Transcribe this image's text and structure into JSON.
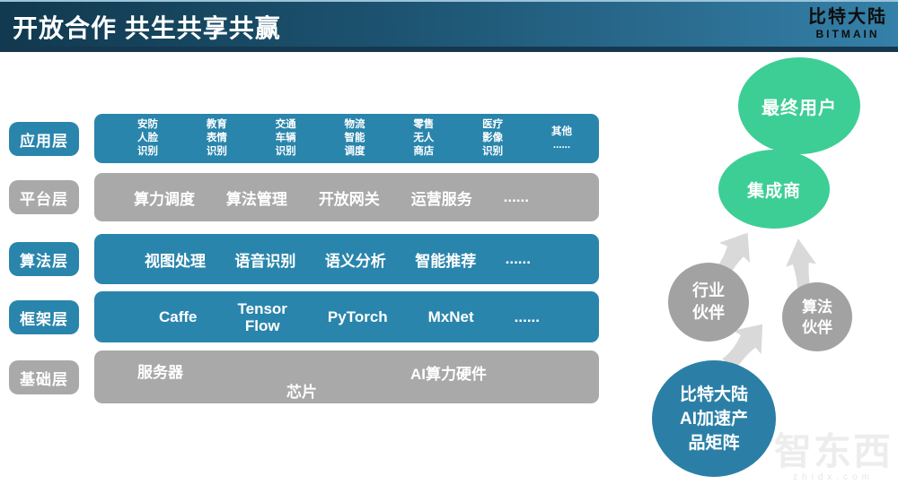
{
  "header": {
    "title": "开放合作 共生共享共赢",
    "logo_cn": "比特大陆",
    "logo_en": "BITMAIN"
  },
  "stack": {
    "app": {
      "pill": "应用层",
      "cols": [
        [
          "安防",
          "人脸",
          "识别"
        ],
        [
          "教育",
          "表情",
          "识别"
        ],
        [
          "交通",
          "车辆",
          "识别"
        ],
        [
          "物流",
          "智能",
          "调度"
        ],
        [
          "零售",
          "无人",
          "商店"
        ],
        [
          "医疗",
          "影像",
          "识别"
        ],
        [
          "其他",
          "......"
        ]
      ]
    },
    "platform": {
      "pill": "平台层",
      "items": [
        "算力调度",
        "算法管理",
        "开放网关",
        "运营服务",
        "......"
      ]
    },
    "algorithm": {
      "pill": "算法层",
      "items": [
        "视图处理",
        "语音识别",
        "语义分析",
        "智能推荐",
        "......"
      ]
    },
    "framework": {
      "pill": "框架层",
      "items": [
        [
          "Caffe"
        ],
        [
          "Tensor",
          "Flow"
        ],
        [
          "PyTorch"
        ],
        [
          "MxNet"
        ],
        [
          "......"
        ]
      ]
    },
    "base": {
      "pill": "基础层",
      "server": "服务器",
      "chip": "芯片",
      "ai_hw": "AI算力硬件"
    }
  },
  "ecosystem": {
    "end_user": "最终用户",
    "integrator": "集成商",
    "industry_partner": [
      "行业",
      "伙伴"
    ],
    "algo_partner": [
      "算法",
      "伙伴"
    ],
    "product_matrix": [
      "比特大陆",
      "AI加速产",
      "品矩阵"
    ]
  },
  "watermark": {
    "cn": "智东西",
    "en": "zhidx.com"
  },
  "colors": {
    "bar_blue": "#2a85ac",
    "bar_gray": "#a9a9a9",
    "circle_gray": "#a2a2a2",
    "circle_green": "#3dce95",
    "circle_teal": "#2b7fa6",
    "arrow_gray": "#d9d9d9",
    "header_dark": "#11394f",
    "header_light": "#3580a8"
  }
}
